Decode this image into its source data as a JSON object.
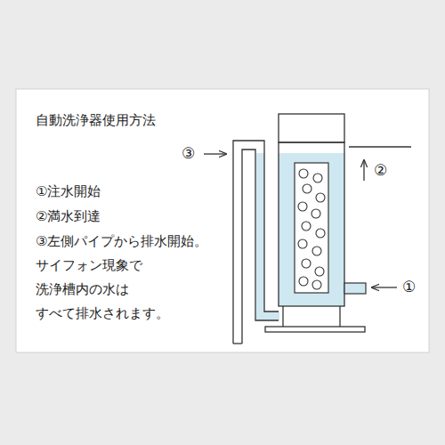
{
  "diagram": {
    "title": "自動洗浄器使用方法",
    "labels": [
      "①注水開始",
      "②満水到達",
      "③左側パイプから排水開始。 サイフォン現象で 洗浄槽内の水は すべて排水されます。",
      "③",
      "②",
      "①"
    ]
  }
}
